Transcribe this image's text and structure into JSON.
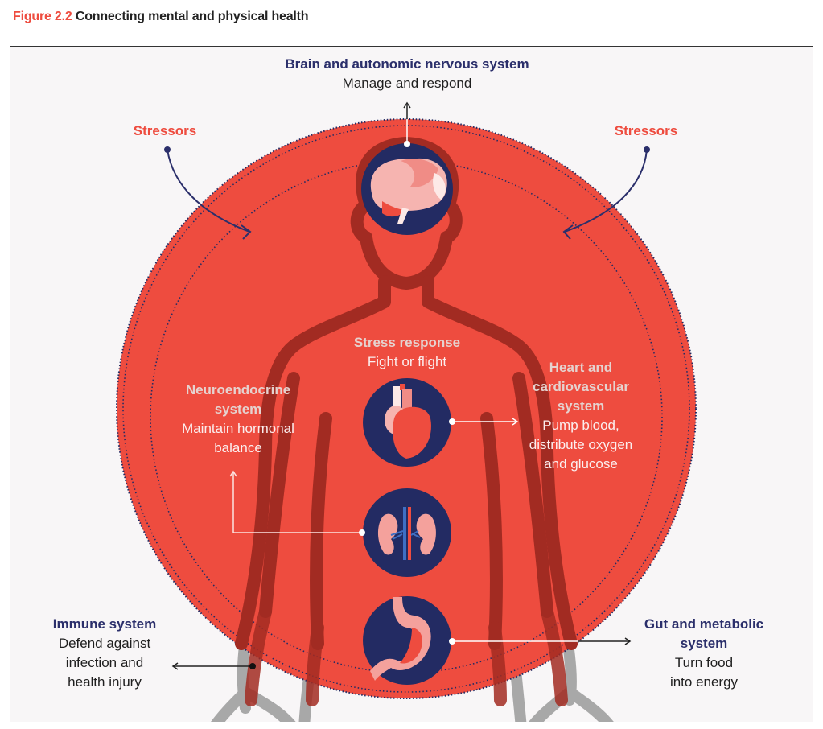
{
  "figure": {
    "number": "Figure 2.2",
    "title": "Connecting mental and physical health"
  },
  "colors": {
    "accent_red": "#ee4c3f",
    "dark_red": "#a22b22",
    "navy": "#232b63",
    "organ_pink": "#f4a19c",
    "bone_gray": "#a8a8a8",
    "panel_bg": "#f8f6f7"
  },
  "labels": {
    "brain": {
      "heading": "Brain and autonomic nervous system",
      "desc": "Manage and respond"
    },
    "stressors_left": "Stressors",
    "stressors_right": "Stressors",
    "stress_response": {
      "heading": "Stress response",
      "desc": "Fight or flight"
    },
    "heart": {
      "heading_1": "Heart and",
      "heading_2": "cardiovascular",
      "heading_3": "system",
      "desc_1": "Pump blood,",
      "desc_2": "distribute oxygen",
      "desc_3": "and glucose"
    },
    "neuroendocrine": {
      "heading_1": "Neuroendocrine",
      "heading_2": "system",
      "desc_1": "Maintain hormonal",
      "desc_2": "balance"
    },
    "immune": {
      "heading": "Immune system",
      "desc_1": "Defend against",
      "desc_2": "infection and",
      "desc_3": "health injury"
    },
    "gut": {
      "heading_1": "Gut and metabolic",
      "heading_2": "system",
      "desc_1": "Turn food",
      "desc_2": "into energy"
    }
  },
  "icons": [
    "brain-icon",
    "heart-icon",
    "kidneys-icon",
    "stomach-icon"
  ]
}
